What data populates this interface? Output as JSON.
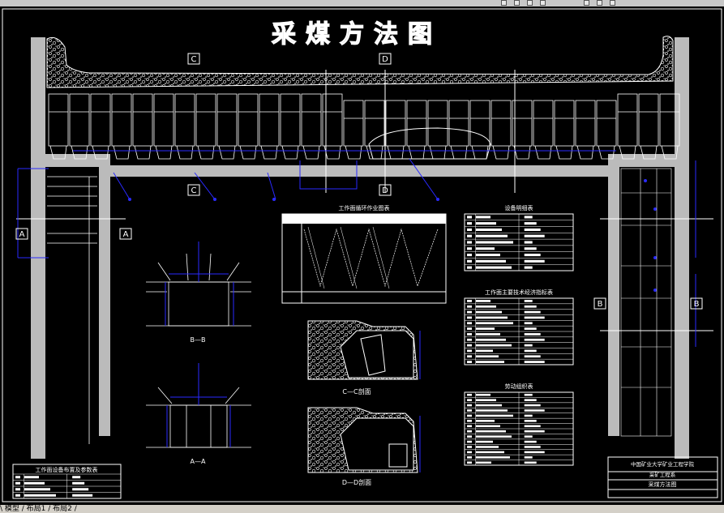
{
  "drawing": {
    "title": "采煤方法图",
    "section_labels": {
      "c_top": "C",
      "d_top": "D",
      "c_bottom": "C",
      "d_bottom": "D",
      "a_left": "A",
      "a_right": "A",
      "b_left": "B",
      "b_right": "B"
    },
    "view_captions": {
      "b_section": "B—B",
      "a_section": "A—A",
      "c_section": "C—C剖面",
      "d_section": "D—D剖面"
    },
    "tables": {
      "cycle_chart": "工作面循环作业图表",
      "equipment_list": "设备明细表",
      "main_params": "工作面主要技术经济指标表",
      "labor": "劳动组织表",
      "face_equipment": "工作面设备布置及参数表"
    },
    "title_block": {
      "school": "中国矿业大学矿业工程学院",
      "major": "采矿工程系",
      "drawing_name": "采煤方法图"
    }
  },
  "status": {
    "text": "\\ 模型 / 布局1 / 布局2 /"
  },
  "colors": {
    "background": "#000000",
    "lines": "#ffffff",
    "dimension": "#2a2aff",
    "status_bg": "#d4d0c8"
  }
}
